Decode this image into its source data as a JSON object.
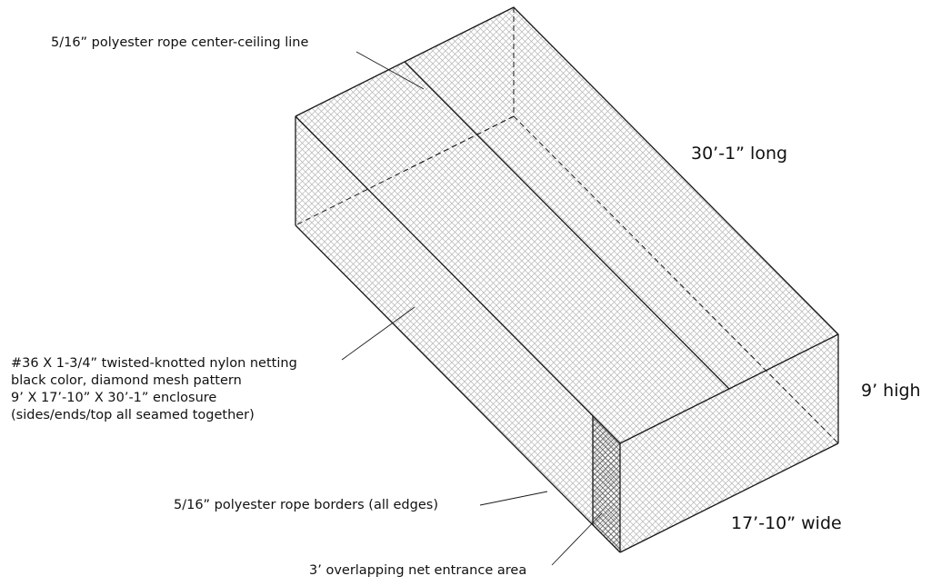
{
  "labels": {
    "ceiling_line": "5/16” polyester rope center-ceiling line",
    "length": "30’-1” long",
    "height": "9’ high",
    "width": "17’-10” wide",
    "netting_lines": [
      "#36 X 1-3/4” twisted-knotted nylon netting",
      "black color, diamond mesh pattern",
      "9’ X 17’-10” X 30’-1” enclosure",
      "(sides/ends/top all seamed together)"
    ],
    "rope_borders": "5/16” polyester rope borders (all edges)",
    "entrance": "3’ overlapping net entrance area"
  },
  "colors": {
    "line": "#1a1a1a",
    "mesh": "#b4b4b4",
    "entrance_mesh": "#6a6a6a"
  }
}
